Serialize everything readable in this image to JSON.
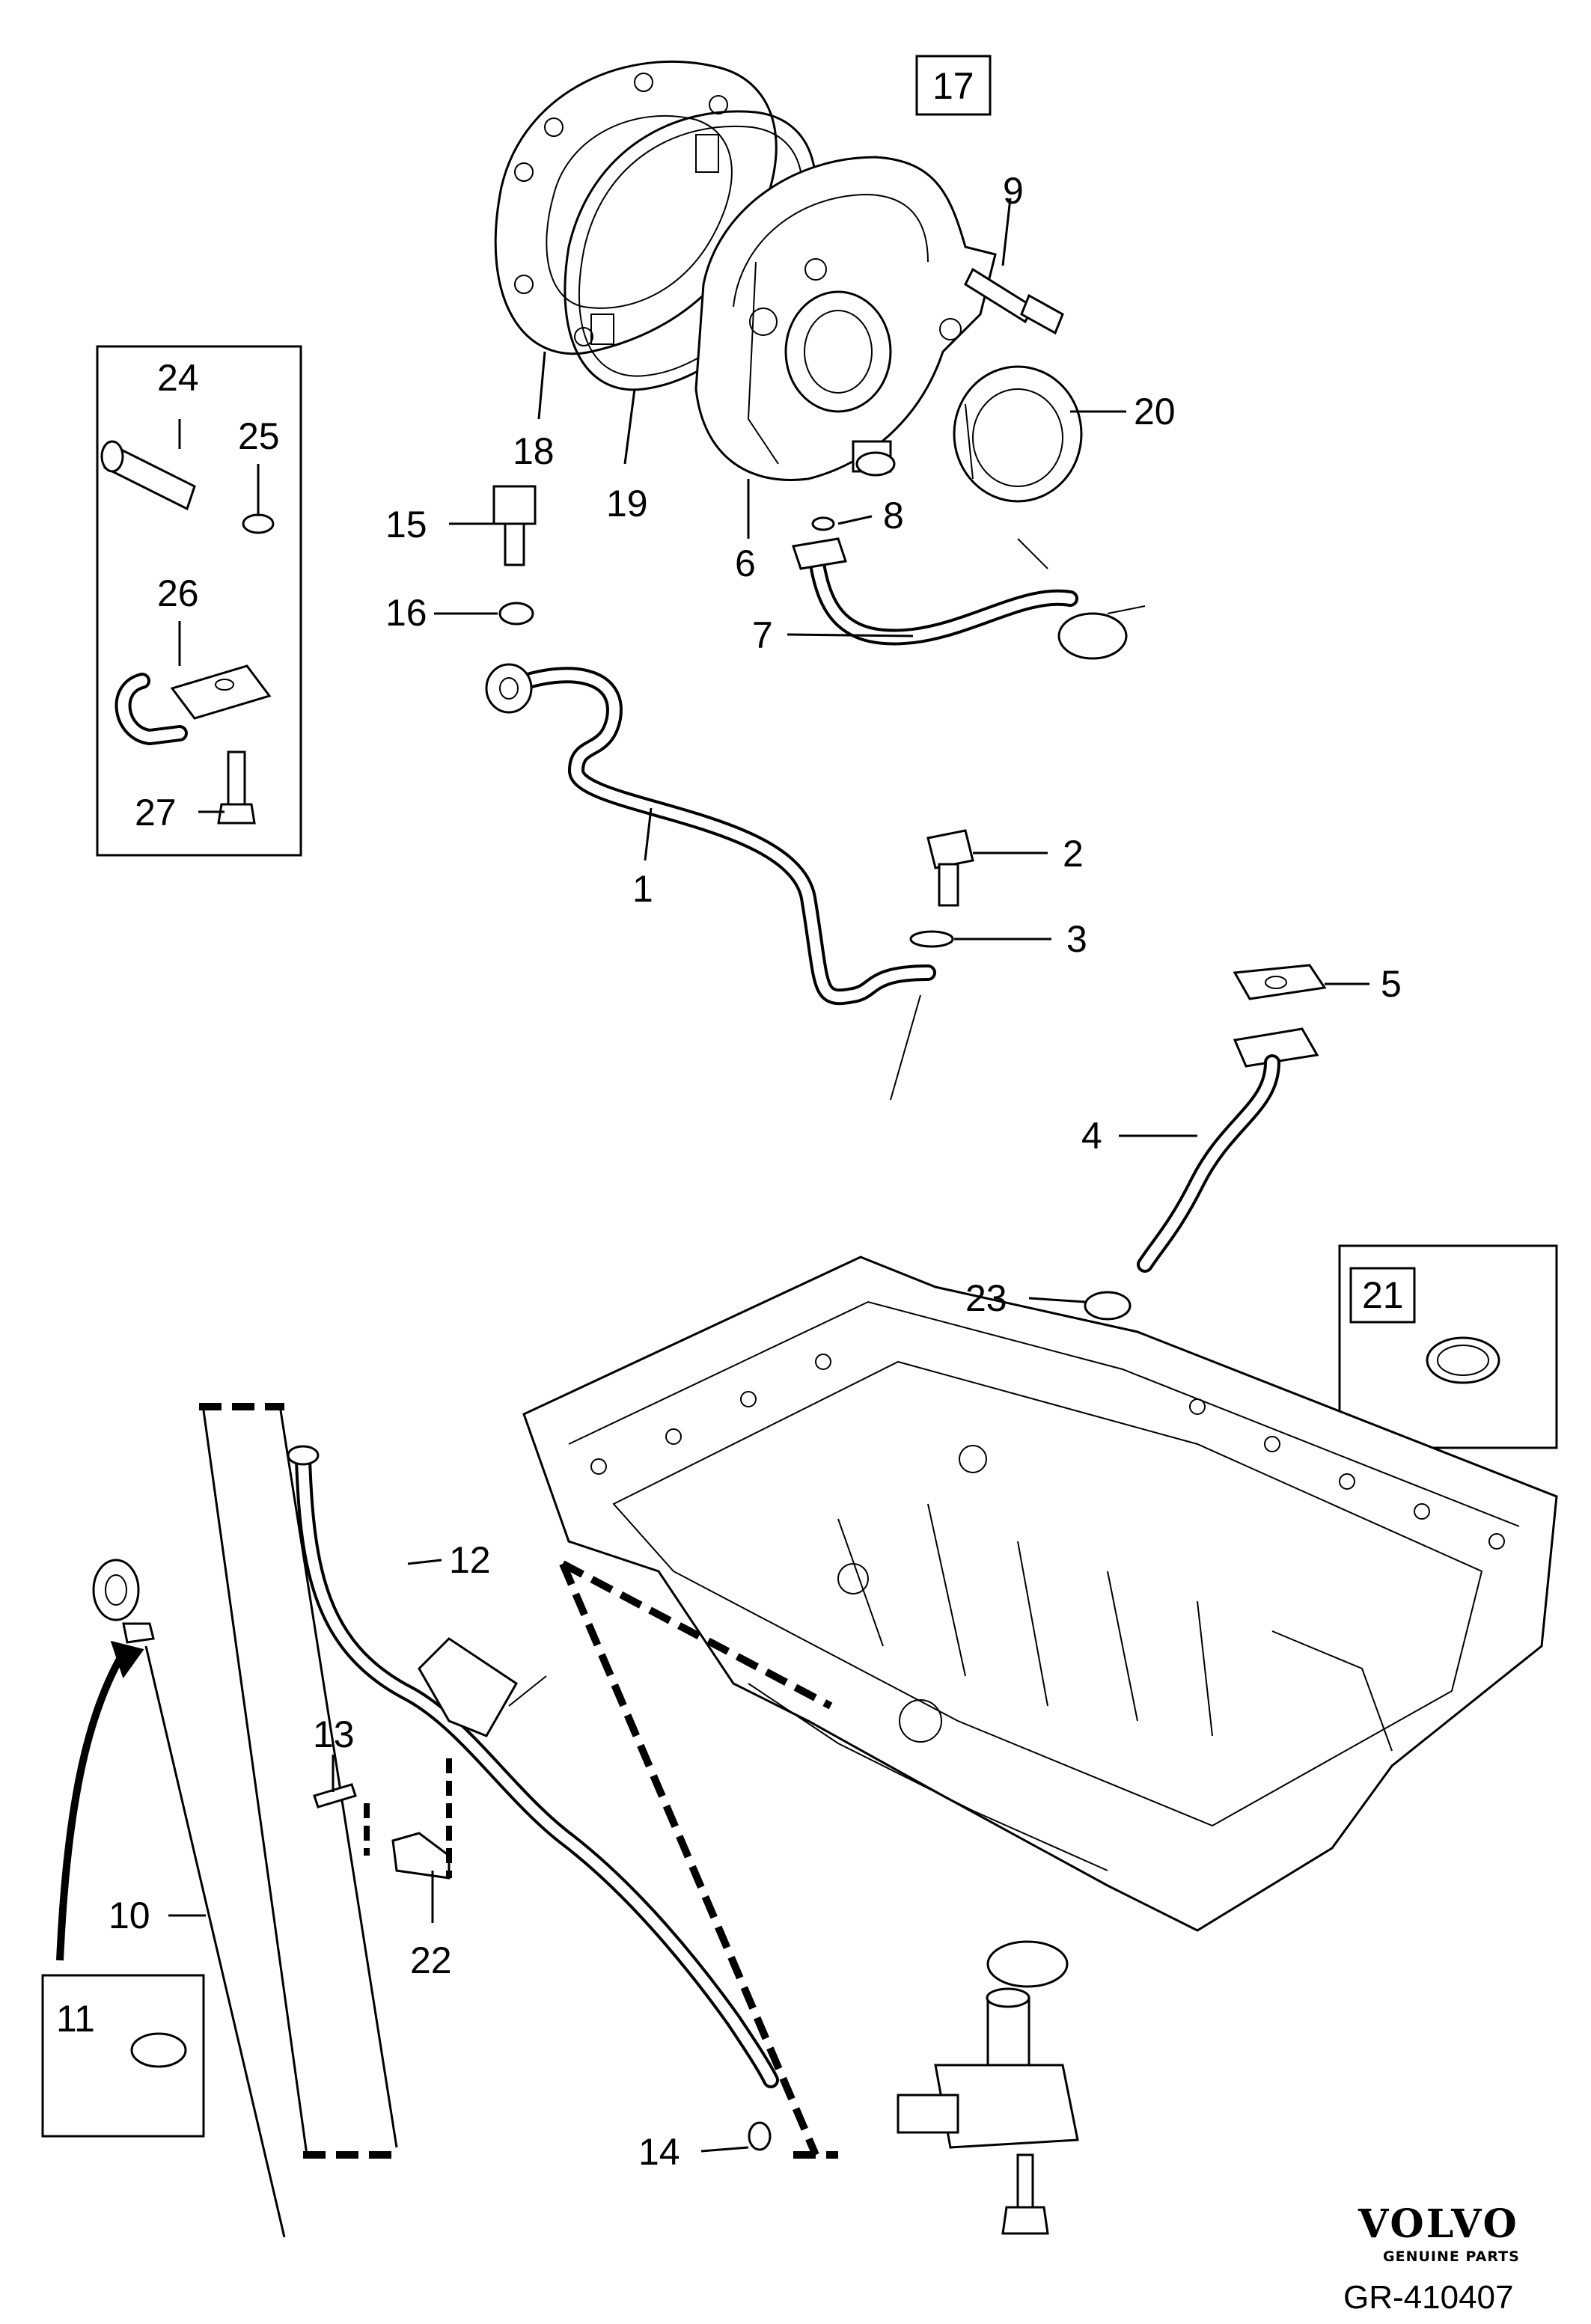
{
  "figure": {
    "callouts": [
      {
        "id": "p1",
        "label": "1"
      },
      {
        "id": "p2",
        "label": "2"
      },
      {
        "id": "p3",
        "label": "3"
      },
      {
        "id": "p4",
        "label": "4"
      },
      {
        "id": "p5",
        "label": "5"
      },
      {
        "id": "p6",
        "label": "6"
      },
      {
        "id": "p7",
        "label": "7"
      },
      {
        "id": "p8",
        "label": "8"
      },
      {
        "id": "p9",
        "label": "9"
      },
      {
        "id": "p10",
        "label": "10"
      },
      {
        "id": "p12",
        "label": "12"
      },
      {
        "id": "p13",
        "label": "13"
      },
      {
        "id": "p14",
        "label": "14"
      },
      {
        "id": "p15",
        "label": "15"
      },
      {
        "id": "p16",
        "label": "16"
      },
      {
        "id": "p18",
        "label": "18"
      },
      {
        "id": "p19",
        "label": "19"
      },
      {
        "id": "p20",
        "label": "20"
      },
      {
        "id": "p22",
        "label": "22"
      },
      {
        "id": "p23",
        "label": "23"
      },
      {
        "id": "p24",
        "label": "24"
      },
      {
        "id": "p25",
        "label": "25"
      },
      {
        "id": "p26",
        "label": "26"
      },
      {
        "id": "p27",
        "label": "27"
      }
    ],
    "boxed_callouts": [
      {
        "id": "b17",
        "label": "17"
      },
      {
        "id": "b21",
        "label": "21"
      },
      {
        "id": "b11",
        "label": "11"
      }
    ]
  },
  "brand": {
    "name": "VOLVO",
    "tagline": "GENUINE PARTS"
  },
  "reference": "GR-410407"
}
